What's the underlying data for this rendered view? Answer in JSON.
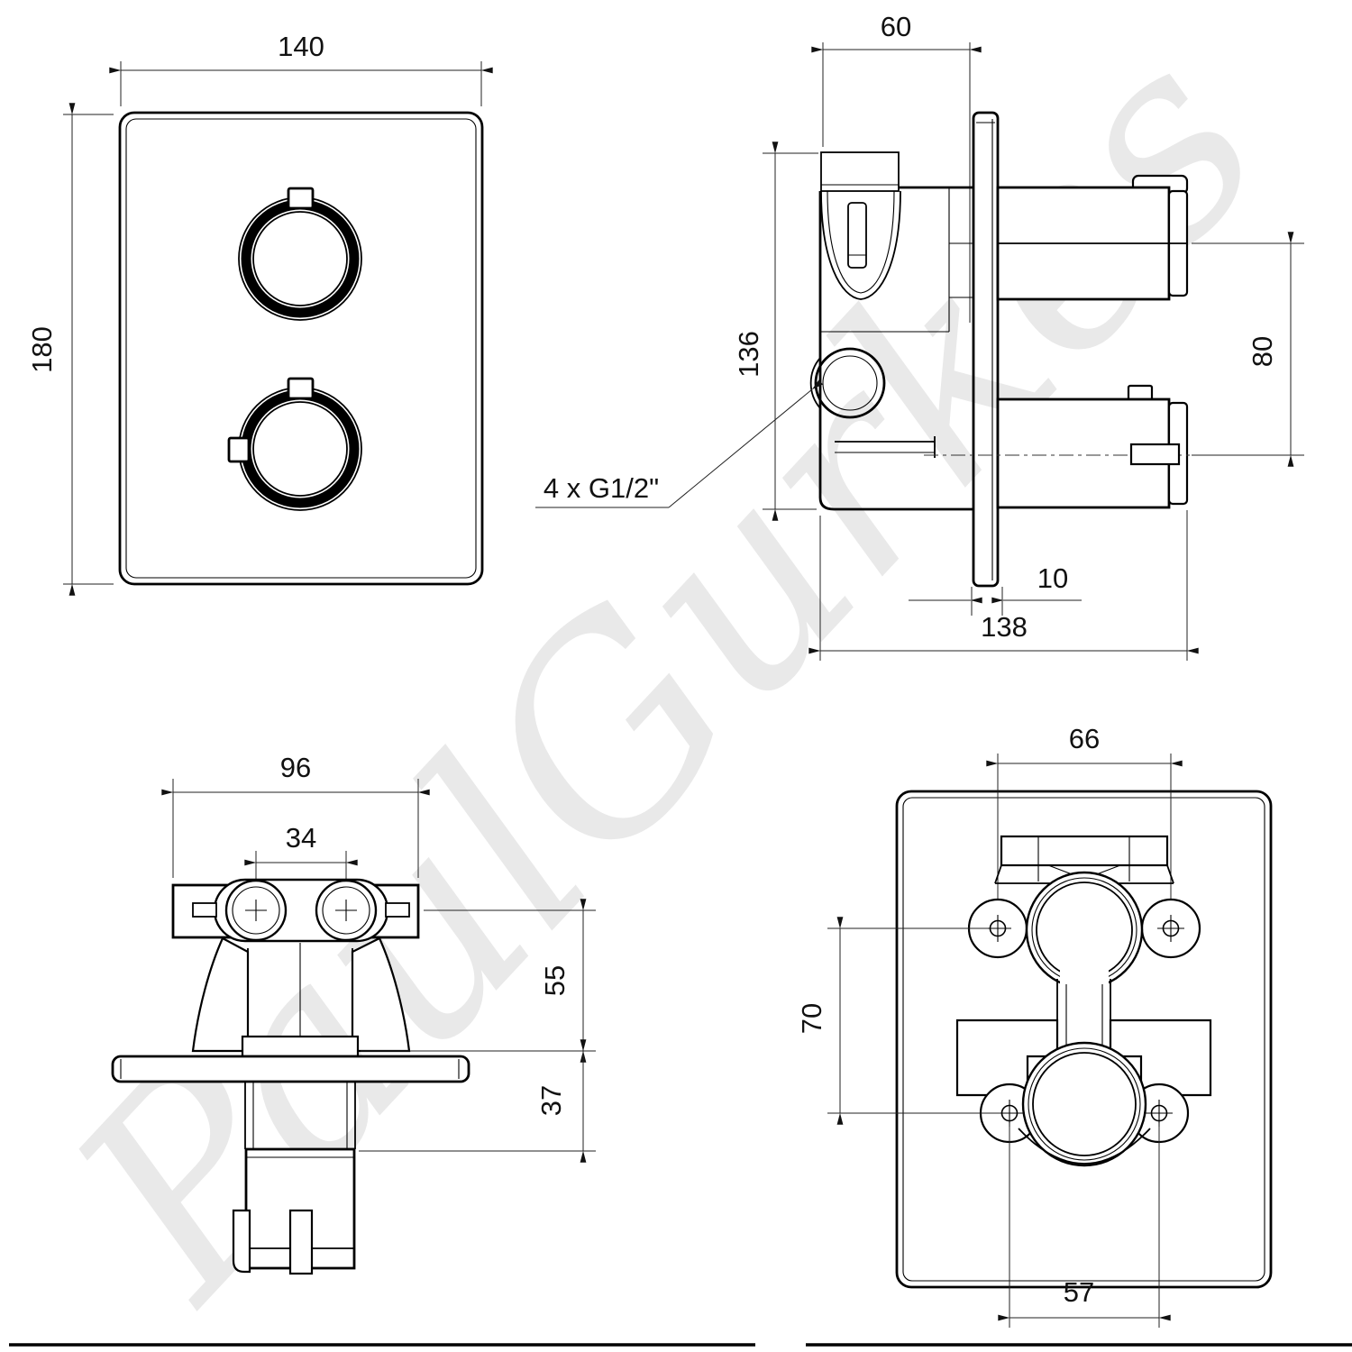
{
  "watermark": {
    "text": "PaulGurkes",
    "color": "#e9e9e9"
  },
  "drawing": {
    "front_view": {
      "dim_width": "140",
      "dim_height": "180"
    },
    "side_view": {
      "dim_inlet_depth": "60",
      "dim_body_height": "136",
      "dim_outlet_spacing": "80",
      "dim_plate_thickness": "10",
      "dim_total_depth": "138",
      "port_thread_label": "4 x G1/2\""
    },
    "top_view": {
      "dim_body_width": "96",
      "dim_port_spacing": "34",
      "dim_depth_above_wall": "55",
      "dim_depth_in_wall": "37"
    },
    "back_view": {
      "dim_top_screw_spacing": "66",
      "dim_screw_row_spacing": "70",
      "dim_bottom_screw_spacing": "57"
    }
  },
  "colors": {
    "line": "#000000",
    "text": "#111111",
    "background": "#ffffff"
  }
}
